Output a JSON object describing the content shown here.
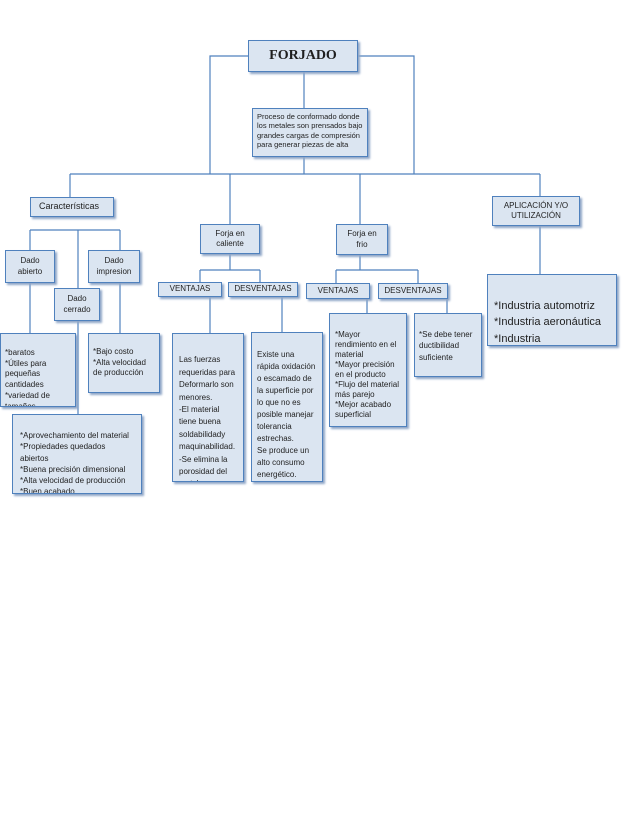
{
  "title": "FORJADO",
  "definition": "Proceso de conformado donde los metales son prensados bajo grandes cargas de compresión para generar piezas de alta",
  "caracteristicas": "Características",
  "aplicacion": "APLICACIÓN Y/O\nUTILIZACIÓN",
  "forja_caliente": "Forja en\ncaliente",
  "forja_frio": "Forja en\nfrio",
  "dado_abierto": "Dado\nabierto",
  "dado_impresion": "Dado\nimpresion",
  "dado_cerrado": "Dado\ncerrado",
  "ventajas_caliente": "VENTAJAS",
  "desventajas_caliente": "DESVENTAJAS",
  "ventajas_frio": "VENTAJAS",
  "desventajas_frio": "DESVENTAJAS",
  "abierto_detalle": "*baratos\n*Útiles para pequeñas cantidades\n*variedad de tamaños",
  "impresion_detalle": "*Bajo costo\n*Alta velocidad de producción",
  "cerrado_detalle": "*Aprovechamiento del material\n*Propiedades quedados abiertos\n*Buena precisión dimensional\n*Alta velocidad de producción\n*Buen acabado",
  "ventajas_caliente_detalle": "Las fuerzas requeridas para Deformarlo son menores.\n-El material tiene buena soldabilidady maquinabilidad.\n-Se elimina la porosidad del metal.",
  "desventajas_caliente_detalle": "Existe una rápida oxidación o escamado de la superficie por lo que no es posible manejar tolerancia estrechas.\nSe produce un alto consumo energético.",
  "ventajas_frio_detalle": "*Mayor rendimiento en el material\n*Mayor precisión en el producto\n*Flujo del material más parejo\n*Mejor acabado superficial",
  "desventajas_frio_detalle": "*Se debe tener ductibilidad suficiente\n\n*Mayores esfuerzos",
  "aplicaciones_detalle": "*Industria automotriz\n*Industria aeronáutica\n*Industria metalmecánica",
  "colors": {
    "box_fill": "#dbe5f1",
    "box_border": "#4f81bd",
    "connector": "#4f81bd"
  }
}
